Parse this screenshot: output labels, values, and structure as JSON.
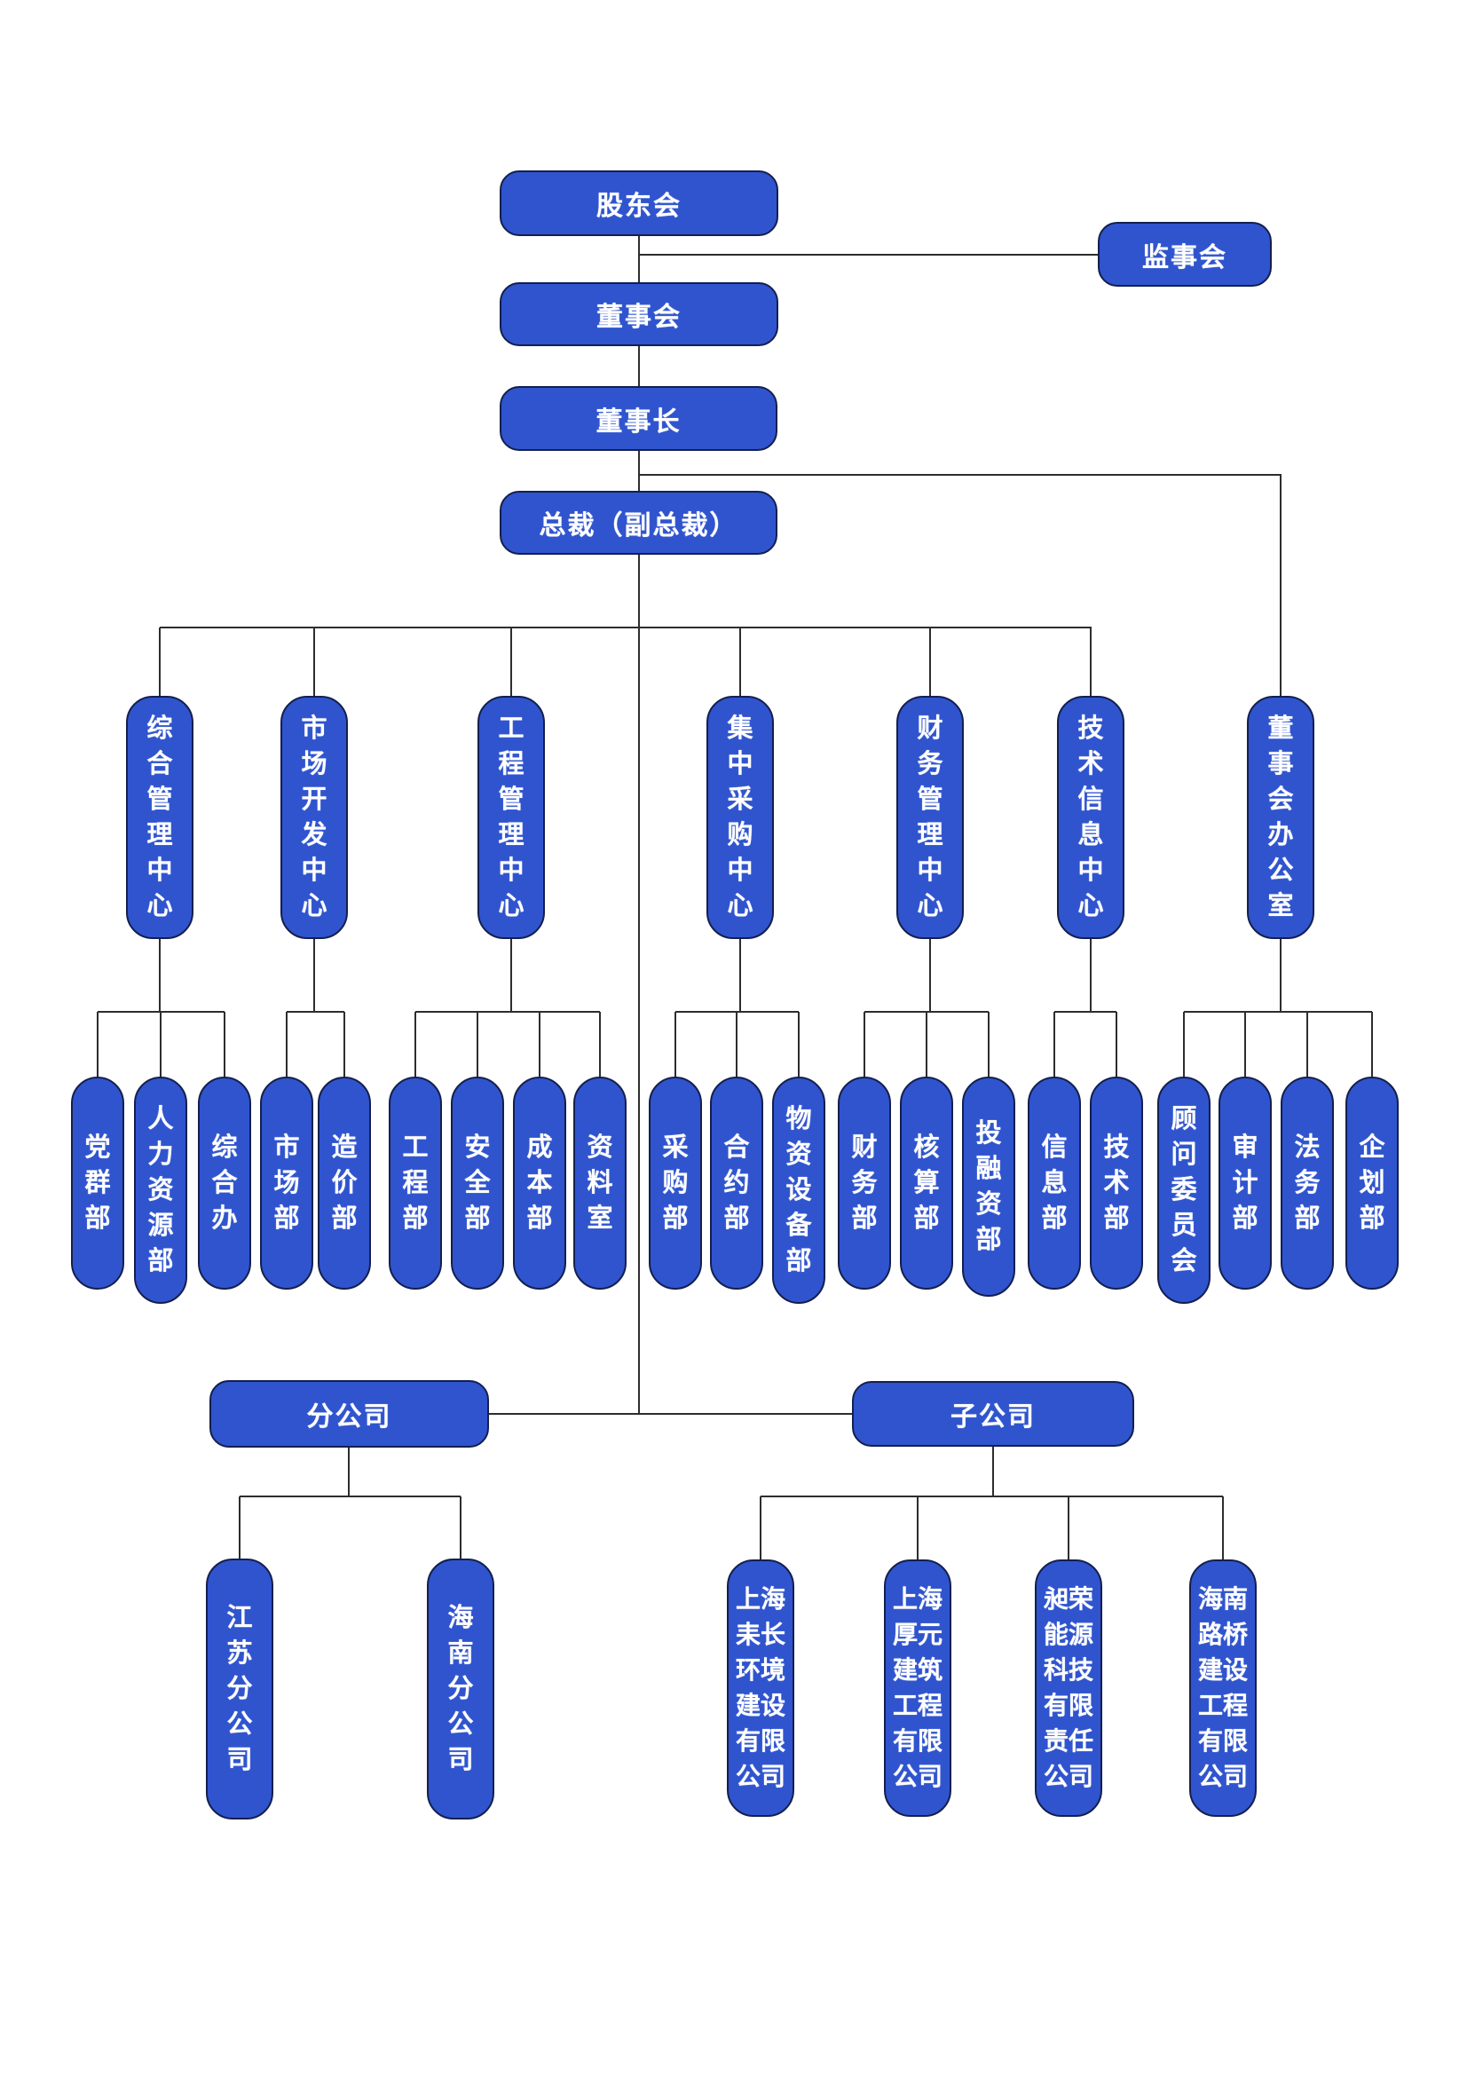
{
  "colors": {
    "node_fill": "#2F54CE",
    "node_border": "#141F4D",
    "connector": "#2D2D2D",
    "node_text": "#FFFFFF",
    "background": "#FFFFFF"
  },
  "nodes": {
    "shareholders": "股东会",
    "supervisory": "监事会",
    "board": "董事会",
    "chairman": "董事长",
    "president": "总裁（副总裁）",
    "branch_group": "分公司",
    "subsidiary_group": "子公司"
  },
  "centers": [
    {
      "label": "综合管理中心",
      "departments": [
        "党群部",
        "人力资源部",
        "综合办"
      ]
    },
    {
      "label": "市场开发中心",
      "departments": [
        "市场部",
        "造价部"
      ]
    },
    {
      "label": "工程管理中心",
      "departments": [
        "工程部",
        "安全部",
        "成本部",
        "资料室"
      ]
    },
    {
      "label": "集中采购中心",
      "departments": [
        "采购部",
        "合约部",
        "物资设备部"
      ]
    },
    {
      "label": "财务管理中心",
      "departments": [
        "财务部",
        "核算部",
        "投融资部"
      ]
    },
    {
      "label": "技术信息中心",
      "departments": [
        "信息部",
        "技术部"
      ]
    },
    {
      "label": "董事会办公室",
      "departments": [
        "顾问委员会",
        "审计部",
        "法务部",
        "企划部"
      ]
    }
  ],
  "branches": [
    "江苏分公司",
    "海南分公司"
  ],
  "subsidiaries": [
    "上海耒长环境建设有限公司",
    "上海厚元建筑工程有限公司",
    "昶荣能源科技有限责任公司",
    "海南路桥建设工程有限公司"
  ]
}
